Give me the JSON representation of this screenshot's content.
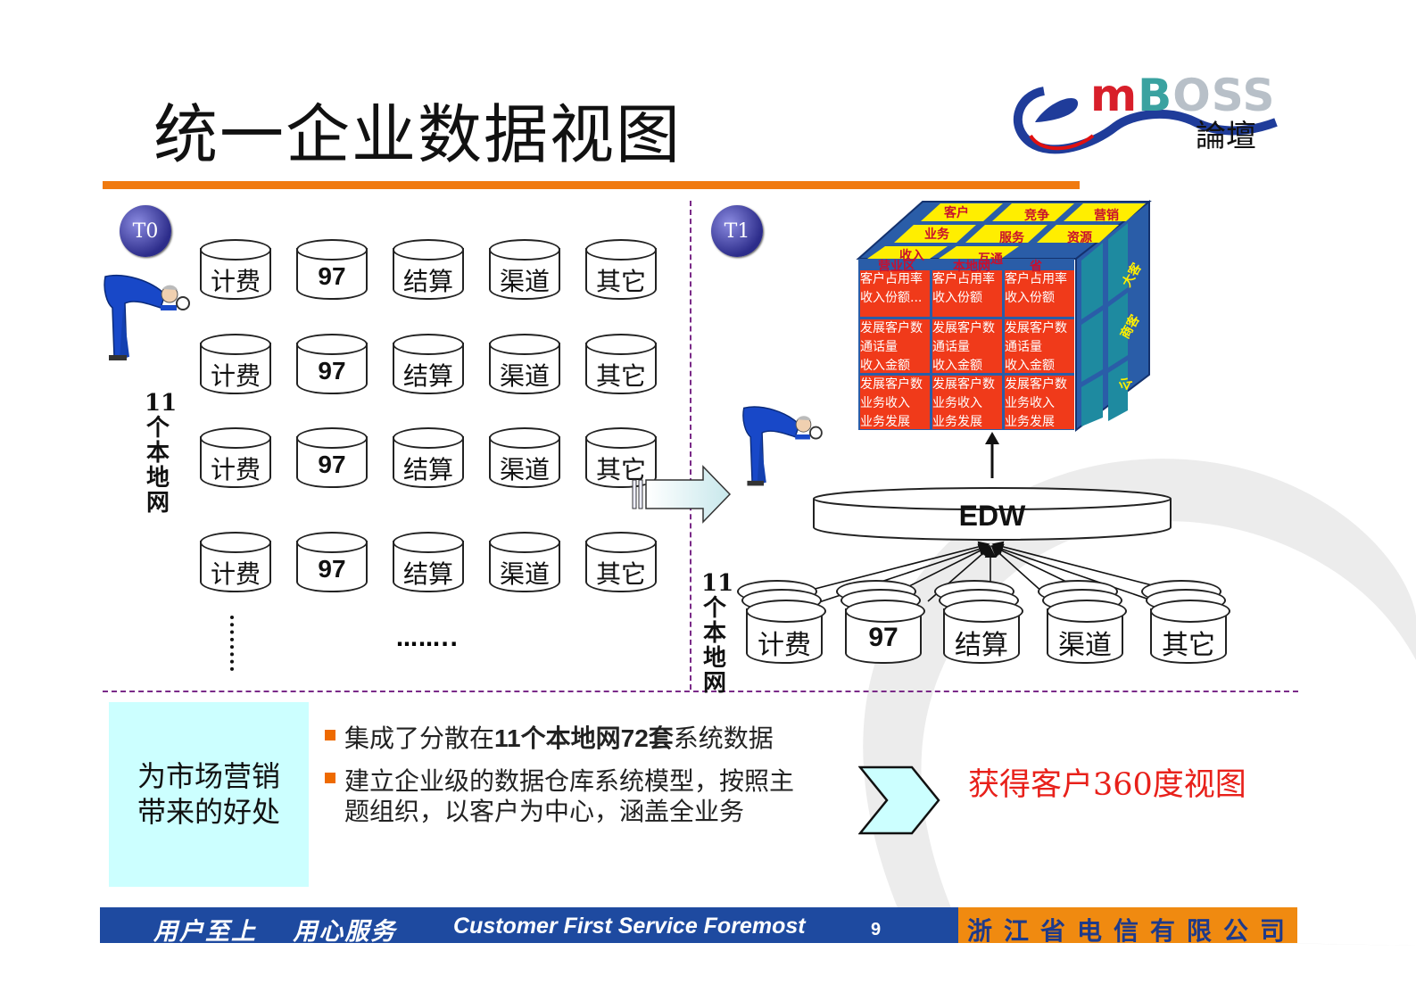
{
  "title": "统一企业数据视图",
  "logo": {
    "word_m": "m",
    "word_b": "B",
    "word_oss": "OSS",
    "sub": "論壇"
  },
  "t0": {
    "badge": "T0",
    "rows": [
      [
        "计费",
        "97",
        "结算",
        "渠道",
        "其它"
      ],
      [
        "计费",
        "97",
        "结算",
        "渠道",
        "其它"
      ],
      [
        "计费",
        "97",
        "结算",
        "渠道",
        "其它"
      ],
      [
        "计费",
        "97",
        "结算",
        "渠道",
        "其它"
      ]
    ],
    "side_label": "11个本地网",
    "ellipsis_h": "……..",
    "ellipsis_v": ":"
  },
  "t1": {
    "badge": "T1",
    "edw": "EDW",
    "side_label": "11个本地网",
    "systems": [
      "计费",
      "97",
      "结算",
      "渠道",
      "其它"
    ]
  },
  "cube": {
    "top_back": [
      "客户",
      "竞争",
      "营销"
    ],
    "top_mid": [
      "业务",
      "服务",
      "资源"
    ],
    "top_front": [
      "收入",
      "互通"
    ],
    "front_headers": [
      "营业区",
      "本地网",
      "省"
    ],
    "cells": [
      [
        [
          "客户占用率",
          "收入份额..."
        ],
        [
          "客户占用率",
          "收入份额"
        ],
        [
          "客户占用率",
          "收入份额"
        ]
      ],
      [
        [
          "发展客户数",
          "通话量",
          "收入金额"
        ],
        [
          "发展客户数",
          "通话量",
          "收入金额"
        ],
        [
          "发展客户数",
          "通话量",
          "收入金额"
        ]
      ],
      [
        [
          "发展客户数",
          "业务收入",
          "业务发展"
        ],
        [
          "发展客户数",
          "业务收入",
          "业务发展"
        ],
        [
          "发展客户数",
          "业务收入",
          "业务发展"
        ]
      ]
    ],
    "side": [
      "大客",
      "商客",
      "公"
    ]
  },
  "benefits": {
    "box_title_line1": "为市场营销",
    "box_title_line2": "带来的好处",
    "bullet1_a": "集成了分散在",
    "bullet1_b": "11个本地网72套",
    "bullet1_c": "系统数据",
    "bullet2_line1": "建立企业级的数据仓库系统模型，按照主",
    "bullet2_line2": "题组织，以客户为中心，涵盖全业务",
    "result": "获得客户360度视图"
  },
  "footer": {
    "slogan_cn": "用户至上　 用心服务",
    "slogan_en": "Customer First Service Foremost",
    "page": "9",
    "company": "浙江省电信有限公司"
  },
  "colors": {
    "accent_orange": "#f07a10",
    "footer_blue": "#1e4aa0",
    "cube_red": "#f03a1a",
    "cube_blue": "#2a5da8",
    "cube_yellow": "#ffee00",
    "result_red": "#e8201a"
  }
}
